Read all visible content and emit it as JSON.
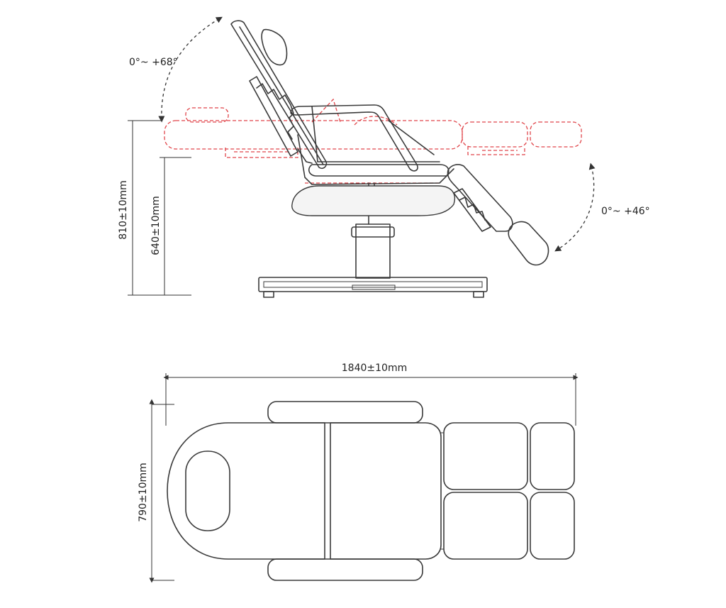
{
  "labels": {
    "backrest_angle": "0°~ +68°",
    "legrest_angle": "0°~ +46°",
    "total_height": "810±10mm",
    "seat_height": "640±10mm",
    "length": "1840±10mm",
    "width": "790±10mm"
  },
  "colors": {
    "line": "#3a3a3a",
    "reclined_outline": "#e0454a",
    "background": "#ffffff"
  }
}
